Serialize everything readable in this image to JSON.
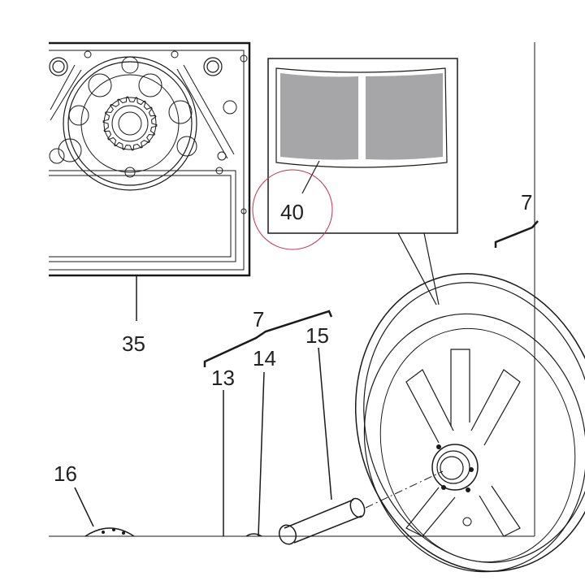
{
  "callouts": {
    "part_35": "35",
    "part_40": "40",
    "part_7_top": "7",
    "part_7_right": "7",
    "part_13": "13",
    "part_14": "14",
    "part_15": "15",
    "part_16": "16"
  },
  "colors": {
    "line": "#1a1a1a",
    "sticker_fill": "#a6a6a8",
    "highlight_circle": "#c0334d",
    "background": "#ffffff"
  },
  "icons": {
    "sprocket_panel": "sprocket-diagram-icon",
    "sticker_inset": "sticker-inset-icon",
    "wheel": "rear-wheel-icon",
    "spacer": "spacer-tube-icon"
  }
}
